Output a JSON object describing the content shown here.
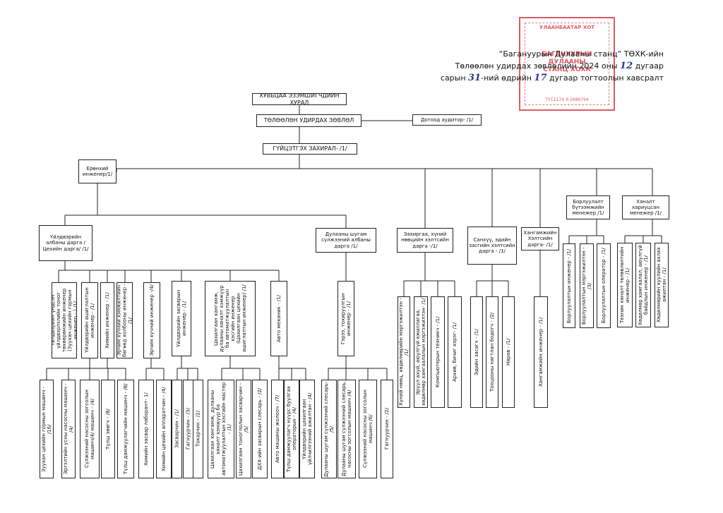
{
  "header": {
    "line1": "“Багануурын Дулааны станц” ТӨХК-ийн",
    "line2a": "Төлөөлөн удирдах зөвлөлийн 2024 оны",
    "line2_handwritten": "12",
    "line2b": "дугаар",
    "line3a": "сарын",
    "line3_handwritten_day": "31",
    "line3b": "-ний өдрийн",
    "line3_handwritten_num": "17",
    "line3c": "дугаар тогтоолын хавсралт"
  },
  "stamp": {
    "city": "УЛААНБААТАР ХОТ",
    "name": "БАГАНУУРЫН ДУЛААНЫ СТАНЦ ХОХК",
    "reg": "ТҮС1174 Я 2686794",
    "color": "#d8404a"
  },
  "top": {
    "assembly": "ХУВЬЦАА ЭЗЭМШИГЧДИЙН ХУРАЛ",
    "board": "ТӨЛӨӨЛӨН УДИРДАХ ЗӨВЛӨЛ",
    "auditor": "Дотоод аудитор- /1/",
    "ceo": "ГҮЙЦЭТГЭХ ЗАХИРАЛ- /1/",
    "chief_engineer": "Ерөнхий инженер/1/",
    "sales_manager": "Борлуулалт бүтээмжийн менежер /1/",
    "control_manager": "Хяналт хариуцсан менежер /1/"
  },
  "departments": {
    "production": "Үйлдвэрийн албаны дарга / Цехийн дарга/ /1/",
    "heat": "Дулааны шугам сүлжээний албаны дарга /1/",
    "admin": "Захиргаа, хүний нөөцийн хэлтсийн дарга -/1/",
    "finance": "Санхүү, эдийн засгийн хэлтсийн дарга - /1/",
    "supply": "Хангамжийн Хэлтсийн дарга- /1/"
  },
  "mid": {
    "prod_tech": "Үйлдвэрийн үндсэн үйлдвэрлэлийн тоног төхөөрөмжийн инженер (Зуухан цехийн гормын инженер - ) /1/",
    "shift_master": "Үйлдвэрийн ашиглалтын инженер - /1/",
    "chemist": "Химийн инженер - /1/",
    "mech_sys": "Эрчим хүчний хэмжилтийн бөгөөд холбооны инженер - /1/",
    "electric": "Эрчим хүчний инженер -/4/",
    "fitters": "Үйлдвэрийн засварын инженер - /1/",
    "automation": "Цахилгаан хангамж, дулааны хяналт хэмжүүр ба автоматжуулалтын хэсгийн инженер (Цахилгаан цехийн ашиглалтын инженер) /1/",
    "car": "Авто механик - /1/",
    "network_eng": "Гэрээ, тохируулгын инженер - /1/"
  },
  "sub": {
    "boiler_op": "Зуухан цехийн гормын машинч - /16/",
    "turbine_op": "Эргэлтийн усны насосны машинч - /4/",
    "pump_op": "Сүлжээний насосны зогсолын машинч/4/ машинч - /4/",
    "fuel": "Түлш зөөгч - /8/",
    "fuel_op": "Түлш дамжуулагчийн машинч - /8/",
    "chem_lab": "Химийн засвар лаборант- 1/",
    "chem_op": "Химийн цехийн аппаратчин - /4/",
    "repair": "Засварчин - /1/",
    "welder": "Гагнуурчин - /3/",
    "turner": "Токарчин - /2/",
    "elec_master": "Цахилгаан хангамж, дулааны хяналт хэмжүүр ба автоматжуулалтын хэсгийн мастер - /1/",
    "elec_fitter": "Цахилгаан тоноглолын засварчин - /5/",
    "kip": "ДХХ-ийн засварын слесарь - /2/",
    "driver": "Авто машины жолооч - /7/",
    "loader": "Түлш дамжуулагч нүүрс буулгах операторын - /4/",
    "excavator": "Үйлдвэрийн цахилгаан үйлчилгээний ажилтан - /4/",
    "line_locksmith": "Дулааны шугам сүлжээний слесарь- /5/",
    "line_pump": "Дулааны шугам сүлжээний слесарь, насосны зогсолын машинч /4/",
    "net_pump": "Сүлжээний насосны зогсолын машинч /6/",
    "net_welder": "Гагнуурчин - /2/",
    "hr_specialist": "Хүний нөөц, хөдөлмөрийн мэргэжилтэн - /1/",
    "safety": "Эрүүл ахуй, аюулгүй ажиллагаа, хөдөлмөр хамгаалалын мэргэжилтэн- /1/",
    "it": "Компьютерын техникч - /1/",
    "archive": "Архив, бичиг хэрэг- /1/",
    "economist": "Эдийн засагч - /1/",
    "accountant": "Тооцооны нягтлан бодогч - /2/",
    "cashier": "Нярав - /1/",
    "supply_eng": "Хангамжийн инженер - /1/",
    "sales_eng": "Борлуулалтын инженер - /1/",
    "sales_spec": "Борлуулалтын мэргэжилтэн - /3/",
    "sales_op": "Борлуулалтын оператор - /1/",
    "ctrl_eng": "Техник хяналт төлөвлөлтийн инженер - /1/",
    "ctrl_safety": "Хөдөлмөр хамгаалал, аюулгүй байдлын инженер - /1/",
    "ctrl_audit": "Хөдөлмөрийн хуулийн ахлах ажилтан - /1/"
  }
}
